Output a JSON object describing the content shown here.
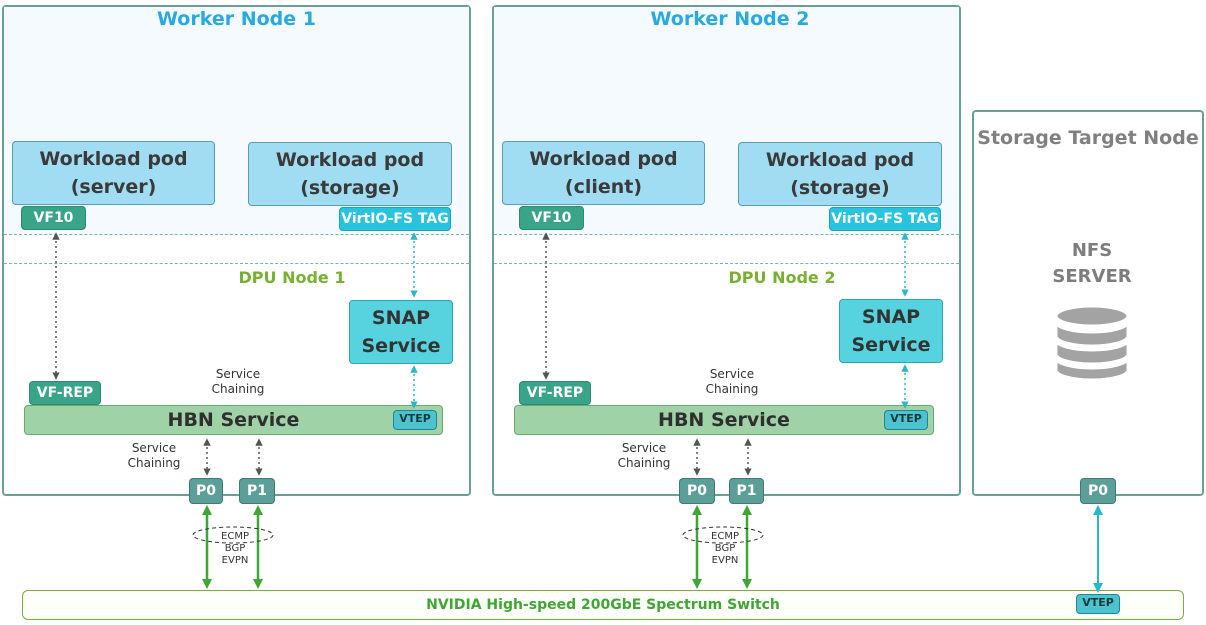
{
  "worker1": {
    "title": "Worker Node 1",
    "dpu_title": "DPU Node 1",
    "pod_server": {
      "line1": "Workload pod",
      "line2": "(server)"
    },
    "pod_storage": {
      "line1": "Workload pod",
      "line2": "(storage)"
    },
    "vf": "VF10",
    "virtio": "VirtIO-FS TAG",
    "snap": {
      "line1": "SNAP",
      "line2": "Service"
    },
    "vf_rep": "VF-REP",
    "chain_top": {
      "line1": "Service",
      "line2": "Chaining"
    },
    "hbn": "HBN Service",
    "vtep": "VTEP",
    "chain_bottom": {
      "line1": "Service",
      "line2": "Chaining"
    },
    "p0": "P0",
    "p1": "P1",
    "proto": {
      "ecmp": "ECMP",
      "bgp": "BGP",
      "evpn": "EVPN"
    }
  },
  "worker2": {
    "title": "Worker Node 2",
    "dpu_title": "DPU Node 2",
    "pod_client": {
      "line1": "Workload pod",
      "line2": "(client)"
    },
    "pod_storage": {
      "line1": "Workload pod",
      "line2": "(storage)"
    },
    "vf": "VF10",
    "virtio": "VirtIO-FS TAG",
    "snap": {
      "line1": "SNAP",
      "line2": "Service"
    },
    "vf_rep": "VF-REP",
    "chain_top": {
      "line1": "Service",
      "line2": "Chaining"
    },
    "hbn": "HBN Service",
    "vtep": "VTEP",
    "chain_bottom": {
      "line1": "Service",
      "line2": "Chaining"
    },
    "p0": "P0",
    "p1": "P1",
    "proto": {
      "ecmp": "ECMP",
      "bgp": "BGP",
      "evpn": "EVPN"
    }
  },
  "storage": {
    "title": "Storage Target Node",
    "nfs": {
      "line1": "NFS",
      "line2": "SERVER"
    },
    "icon": "database-icon",
    "p0": "P0"
  },
  "switch": {
    "label": "NVIDIA High-speed 200GbE Spectrum Switch",
    "vtep": "VTEP"
  },
  "colors": {
    "node_border": "#6a9f98",
    "worker_title": "#27aae1",
    "dpu_title": "#78b032",
    "pod_fill": "#a0dcf2",
    "tag_green": "#3aa488",
    "tag_cyan": "#29c3dd",
    "snap_fill": "#57d3e0",
    "hbn_fill": "#9fd2a6",
    "port_fill": "#5c9f98",
    "switch_text": "#3fa535",
    "link_green": "#3fa535",
    "link_cyan": "#29b8c8"
  }
}
